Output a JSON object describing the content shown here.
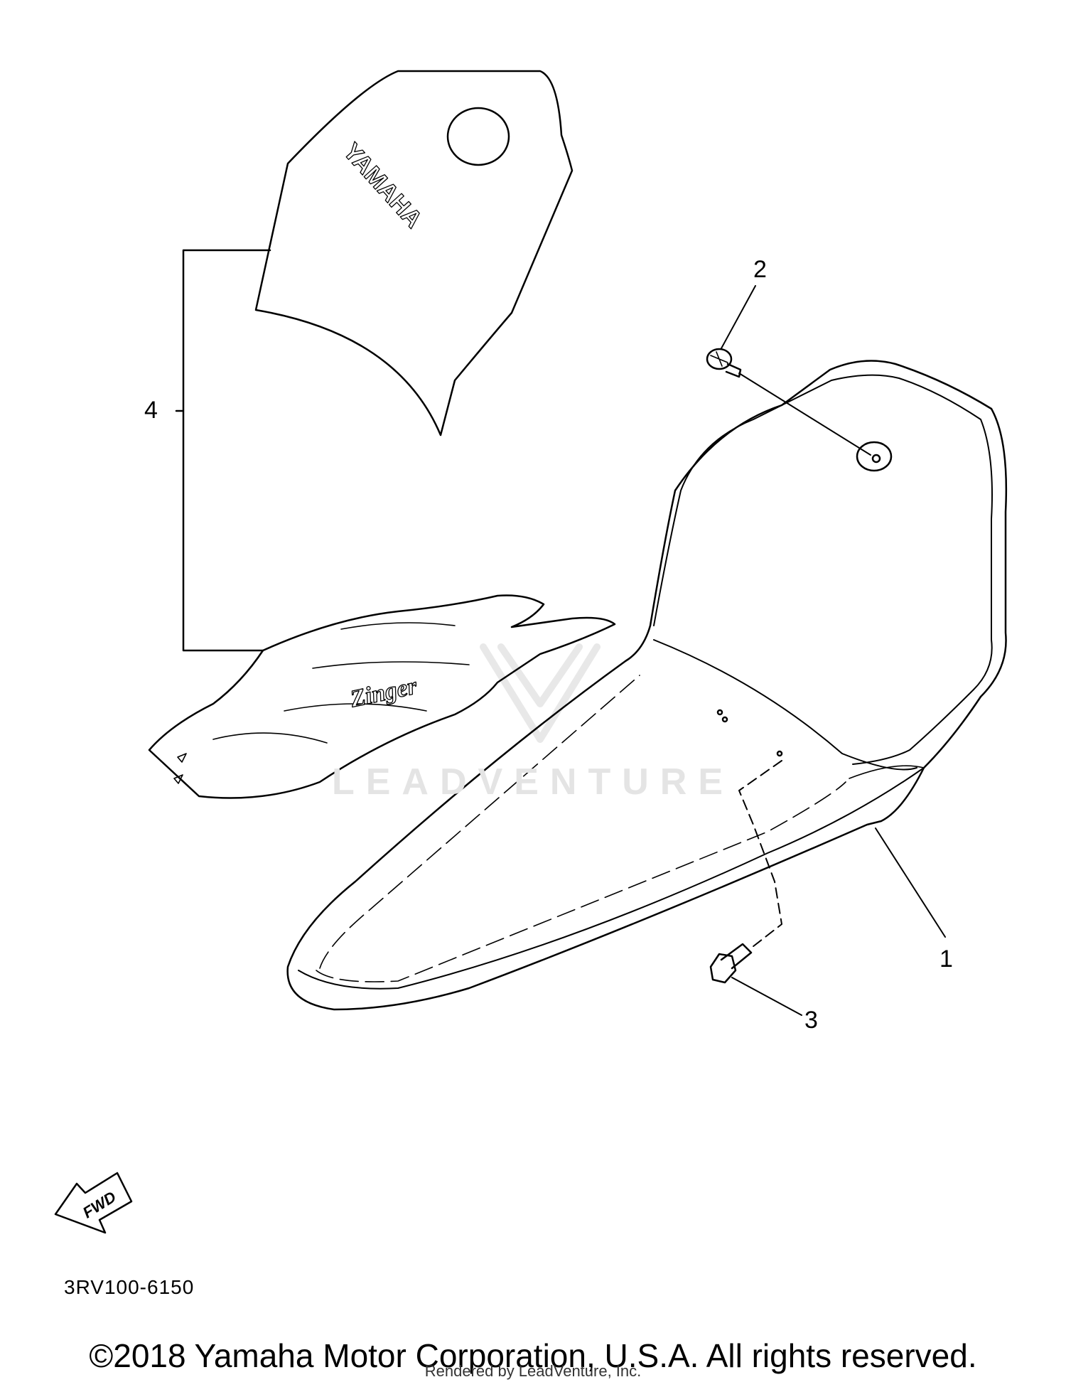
{
  "callouts": {
    "seat": "1",
    "screw_top": "2",
    "bolt_bottom": "3",
    "graphic_set": "4"
  },
  "labels": {
    "tank_logo": "YAMAHA",
    "side_graphic": "Zinger",
    "fwd": "FWD"
  },
  "part_code": "3RV100-6150",
  "watermark": "LEADVENTURE",
  "footer": {
    "copyright": "©2018 Yamaha Motor Corporation, U.S.A. All rights reserved.",
    "rendered_by": "Rendered by LeadVenture, Inc."
  },
  "icons": [
    "fwd-arrow-icon",
    "watermark-logo-icon"
  ],
  "colors": {
    "line": "#000000",
    "background": "#ffffff",
    "watermark": "#e4e4e4"
  }
}
